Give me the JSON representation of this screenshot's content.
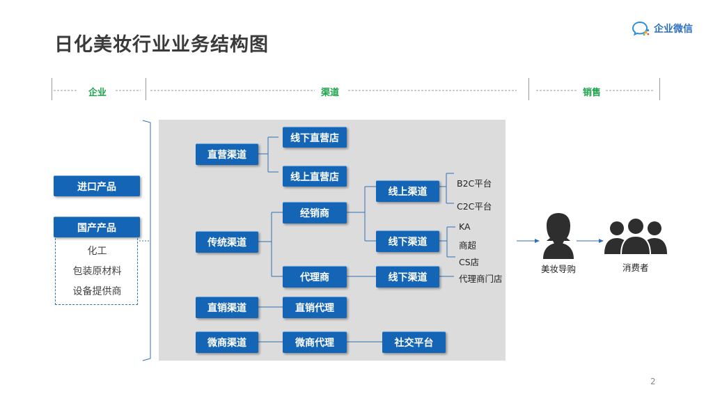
{
  "title": "日化美妆行业业务结构图",
  "brand": {
    "name": "企业微信"
  },
  "headers": {
    "enterprise": "企业",
    "channel": "渠道",
    "sales": "销售"
  },
  "enterprise": {
    "imported": "进口产品",
    "domestic": "国产产品",
    "suppliers": [
      "化工",
      "包装原材料",
      "设备提供商"
    ]
  },
  "channels": {
    "direct_operated": {
      "label": "直营渠道",
      "children": [
        "线下直营店",
        "线上直营店"
      ]
    },
    "traditional": {
      "label": "传统渠道",
      "distributor": "经销商",
      "agent": "代理商",
      "online": "线上渠道",
      "offline": "线下渠道",
      "online_platforms": [
        "B2C平台",
        "C2C平台"
      ],
      "offline_outlets": [
        "KA",
        "商超",
        "CS店"
      ],
      "agent_offline": "线下渠道",
      "agent_store": "代理商门店"
    },
    "direct_sales": {
      "label": "直销渠道",
      "agent": "直销代理"
    },
    "micro_business": {
      "label": "微商渠道",
      "agent": "微商代理",
      "platform": "社交平台"
    }
  },
  "sales": {
    "advisor": "美妆导购",
    "consumer": "消费者"
  },
  "page_number": "2",
  "colors": {
    "box": "#1565b7",
    "header": "#1aa34a",
    "panel": "#dcdcdc",
    "connector": "#2f6fb5"
  }
}
